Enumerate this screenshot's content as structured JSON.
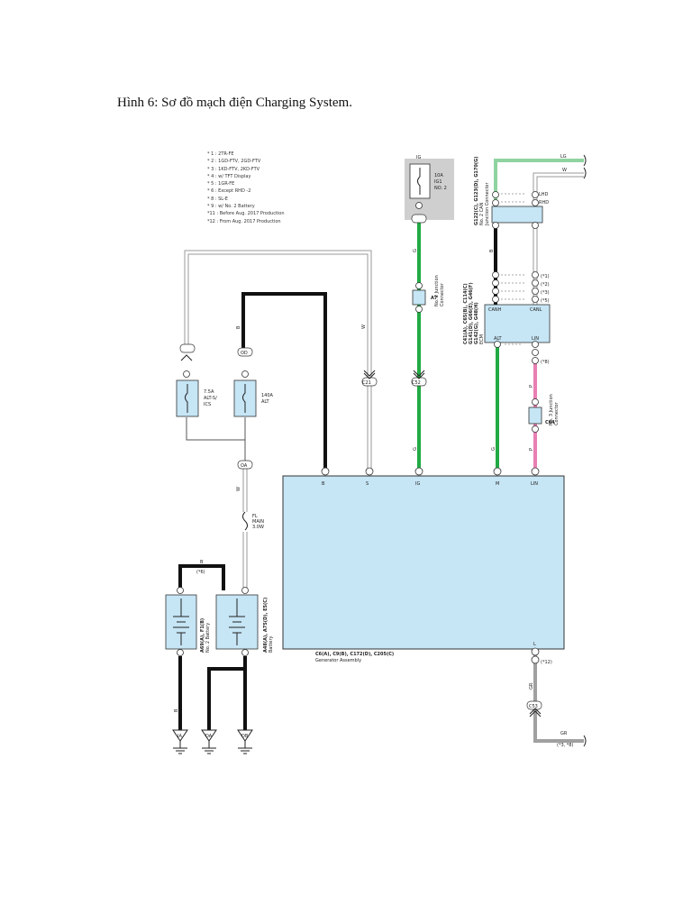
{
  "title": "Hình 6: Sơ đồ mạch điện Charging System.",
  "notes": [
    "* 1 : 2TR-FE",
    "* 2 : 1GD-FTV,  2GD-FTV",
    "* 3 : 1KD-FTV,  2KD-FTV",
    "* 4 : w/ TFT Display",
    "* 5 : 1GR-FE",
    "* 6 : Except RHD -2",
    "* 8 : SL-E",
    "* 9 : w/ No. 2 Battery",
    "*11 : Before Aug. 2017 Production",
    "*12 : From Aug. 2017 Production"
  ],
  "components": {
    "ig_fuse": {
      "tag": "IG",
      "rating": "10A",
      "name_line1": "IG1",
      "name_line2": "NO. 2"
    },
    "alt_s_fuse": {
      "rating": "7.5A",
      "name_line1": "ALT-S/",
      "name_line2": "ICS"
    },
    "alt_fuse": {
      "rating": "140A",
      "name": "ALT"
    },
    "fl_main": {
      "line1": "FL",
      "line2": "MAIN",
      "line3": "3.0W"
    },
    "jc_a7": {
      "code": "A7",
      "line1": "No. 2 Junction",
      "line2": "Connector"
    },
    "jc_c64": {
      "code": "C64",
      "line1": "No. 3 Junction",
      "line2": "Connector"
    },
    "can_jc": {
      "code": "G122(C), G123(D), G170(G)",
      "line1": "No. 2 CAN",
      "line2": "Junction Connector"
    },
    "ecm": {
      "code": "C41(A), C65(B), C114(C)",
      "code2": "G141(D), G66(E), G46(F)",
      "code3": "G142(G), G48(H)",
      "name": "ECM",
      "canh": "CANH",
      "canl": "CANL",
      "alt": "ALT",
      "lin": "LIN"
    },
    "battery2": {
      "code": "A69(A), F1(B)",
      "name": "No. 2 Battery"
    },
    "battery": {
      "code": "A48(A), A75(D), E5(C)",
      "name": "Battery"
    },
    "generator": {
      "code": "C6(A), C9(B), C172(D), C205(C)",
      "name": "Generator Assembly",
      "pins": [
        "B",
        "S",
        "IG",
        "M",
        "LIN",
        "L"
      ]
    },
    "grounds": [
      "IA",
      "DA",
      "DB"
    ]
  },
  "wire_labels": {
    "lg": "LG",
    "w": "W",
    "b": "B",
    "gr": "GR",
    "g": "G",
    "p": "P"
  },
  "connectors": {
    "c21": "C21",
    "c52": "C52",
    "c53": "C53",
    "oa": "OA",
    "od": "OD"
  },
  "codes": {
    "rhd": "RHD",
    "lhd": "LHD",
    "n6": "(*6)",
    "n8": "(*8)",
    "n1": "(*1)",
    "n2": "(*2)",
    "n3": "(*3)",
    "n5": "(*5)",
    "n12": "(*12)",
    "n9": "(*3, *8)"
  },
  "colors": {
    "light_green": "#8fd3a0",
    "green": "#22aa44",
    "pink": "#e87fb4",
    "gray": "#a0a0a0",
    "black": "#111111",
    "box": "#c6e5f5"
  }
}
